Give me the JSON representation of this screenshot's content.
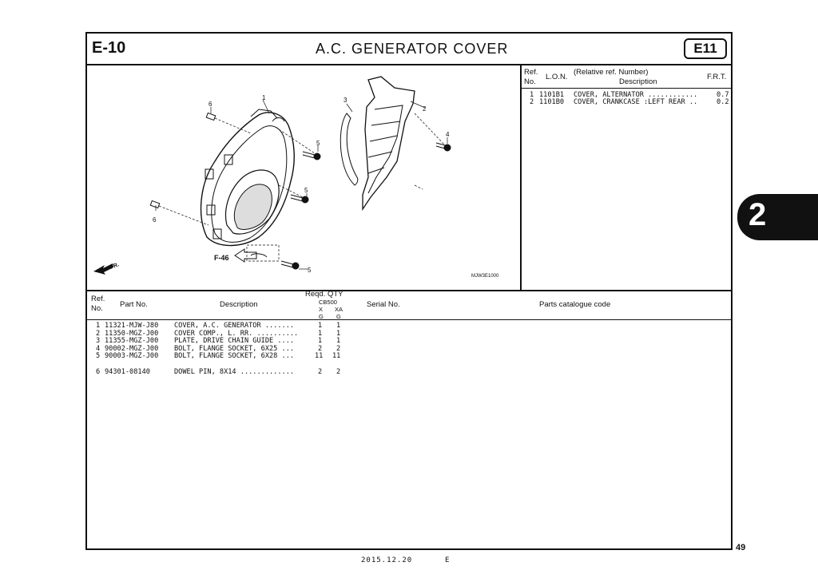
{
  "header": {
    "section_code": "E-10",
    "title": "A.C. GENERATOR COVER",
    "group_code": "E11"
  },
  "lon_table": {
    "headers": {
      "ref": "Ref.",
      "no": "No.",
      "lon": "L.O.N.",
      "relative": "(Relative ref. Number)",
      "description": "Description",
      "frt": "F.R.T."
    },
    "rows": [
      {
        "ref": "1",
        "lon": "1101B1",
        "description": "COVER, ALTERNATOR ............",
        "frt": "0.7"
      },
      {
        "ref": "2",
        "lon": "1101B0",
        "description": "COVER, CRANKCASE :LEFT REAR ..",
        "frt": "0.2"
      }
    ]
  },
  "diagram": {
    "callouts": [
      "1",
      "2",
      "3",
      "4",
      "5",
      "5",
      "5",
      "6",
      "6"
    ],
    "ref_label": "F-46",
    "figure_code": "MJW3E1000",
    "fr_label": "FR."
  },
  "parts_table": {
    "headers": {
      "ref": "Ref.",
      "no": "No.",
      "part_no": "Part No.",
      "description": "Description",
      "reqd_qty": "Reqd. QTY",
      "model": "CB500",
      "col_x": "X",
      "col_xa": "XA",
      "g1": "G",
      "g2": "G",
      "serial": "Serial No.",
      "catalogue": "Parts catalogue code"
    },
    "rows": [
      {
        "ref": "1",
        "part_no": "11321-MJW-J80",
        "description": "COVER, A.C. GENERATOR .......",
        "x": "1",
        "xa": "1"
      },
      {
        "ref": "2",
        "part_no": "11350-MGZ-J00",
        "description": "COVER COMP., L. RR. ..........",
        "x": "1",
        "xa": "1"
      },
      {
        "ref": "3",
        "part_no": "11355-MGZ-J00",
        "description": "PLATE, DRIVE CHAIN GUIDE ....",
        "x": "1",
        "xa": "1"
      },
      {
        "ref": "4",
        "part_no": "90002-MGZ-J00",
        "description": "BOLT, FLANGE SOCKET, 6X25 ...",
        "x": "2",
        "xa": "2"
      },
      {
        "ref": "5",
        "part_no": "90003-MGZ-J00",
        "description": "BOLT, FLANGE SOCKET, 6X28 ...",
        "x": "11",
        "xa": "11"
      },
      {
        "ref": "6",
        "part_no": "94301-08140",
        "description": "DOWEL PIN, 8X14 .............",
        "x": "2",
        "xa": "2"
      }
    ]
  },
  "side_tab": "2",
  "page_number": "49",
  "footer": {
    "date": "2015.12.20",
    "edition": "E"
  }
}
